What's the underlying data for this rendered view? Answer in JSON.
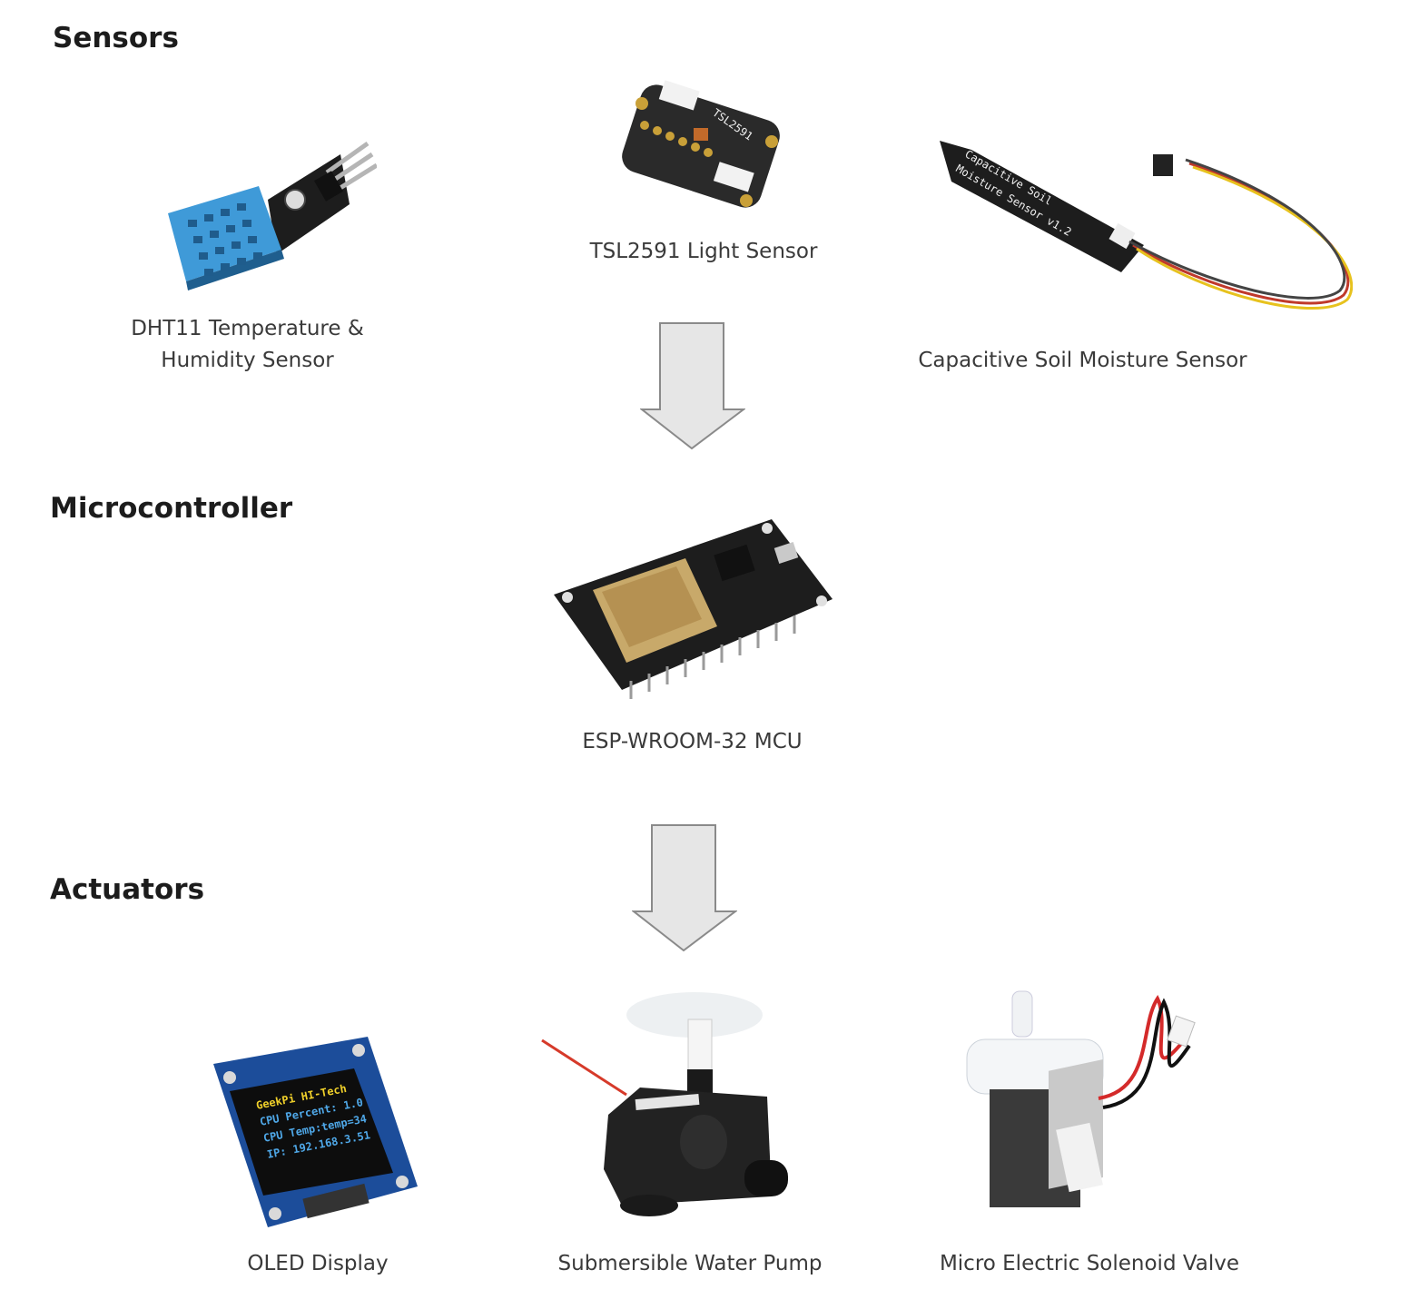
{
  "sections": {
    "sensors": "Sensors",
    "microcontroller": "Microcontroller",
    "actuators": "Actuators"
  },
  "components": {
    "dht11": "DHT11 Temperature & Humidity Sensor",
    "tsl2591": "TSL2591 Light Sensor",
    "soil": "Capacitive Soil Moisture Sensor",
    "esp32": "ESP-WROOM-32 MCU",
    "oled": "OLED Display",
    "pump": "Submersible Water Pump",
    "valve": "Micro Electric Solenoid Valve"
  },
  "labels": {
    "tsl_chip": "TSL2591",
    "soil_board_line1": "Capacitive Soil",
    "soil_board_line2": "Moisture Sensor v1.2",
    "oled_line1": "GeekPi HI-Tech",
    "oled_line2": "CPU Percent: 1.0",
    "oled_line3": "CPU Temp:temp=34",
    "oled_line4": "IP: 192.168.3.51"
  },
  "colors": {
    "arrow_fill": "#e6e6e6",
    "arrow_stroke": "#8a8a8a",
    "dht_blue": "#3f9ad8",
    "pcb_dark": "#1d1d1d",
    "oled_blue": "#1c4d9a",
    "oled_text": "#f0d02a"
  }
}
